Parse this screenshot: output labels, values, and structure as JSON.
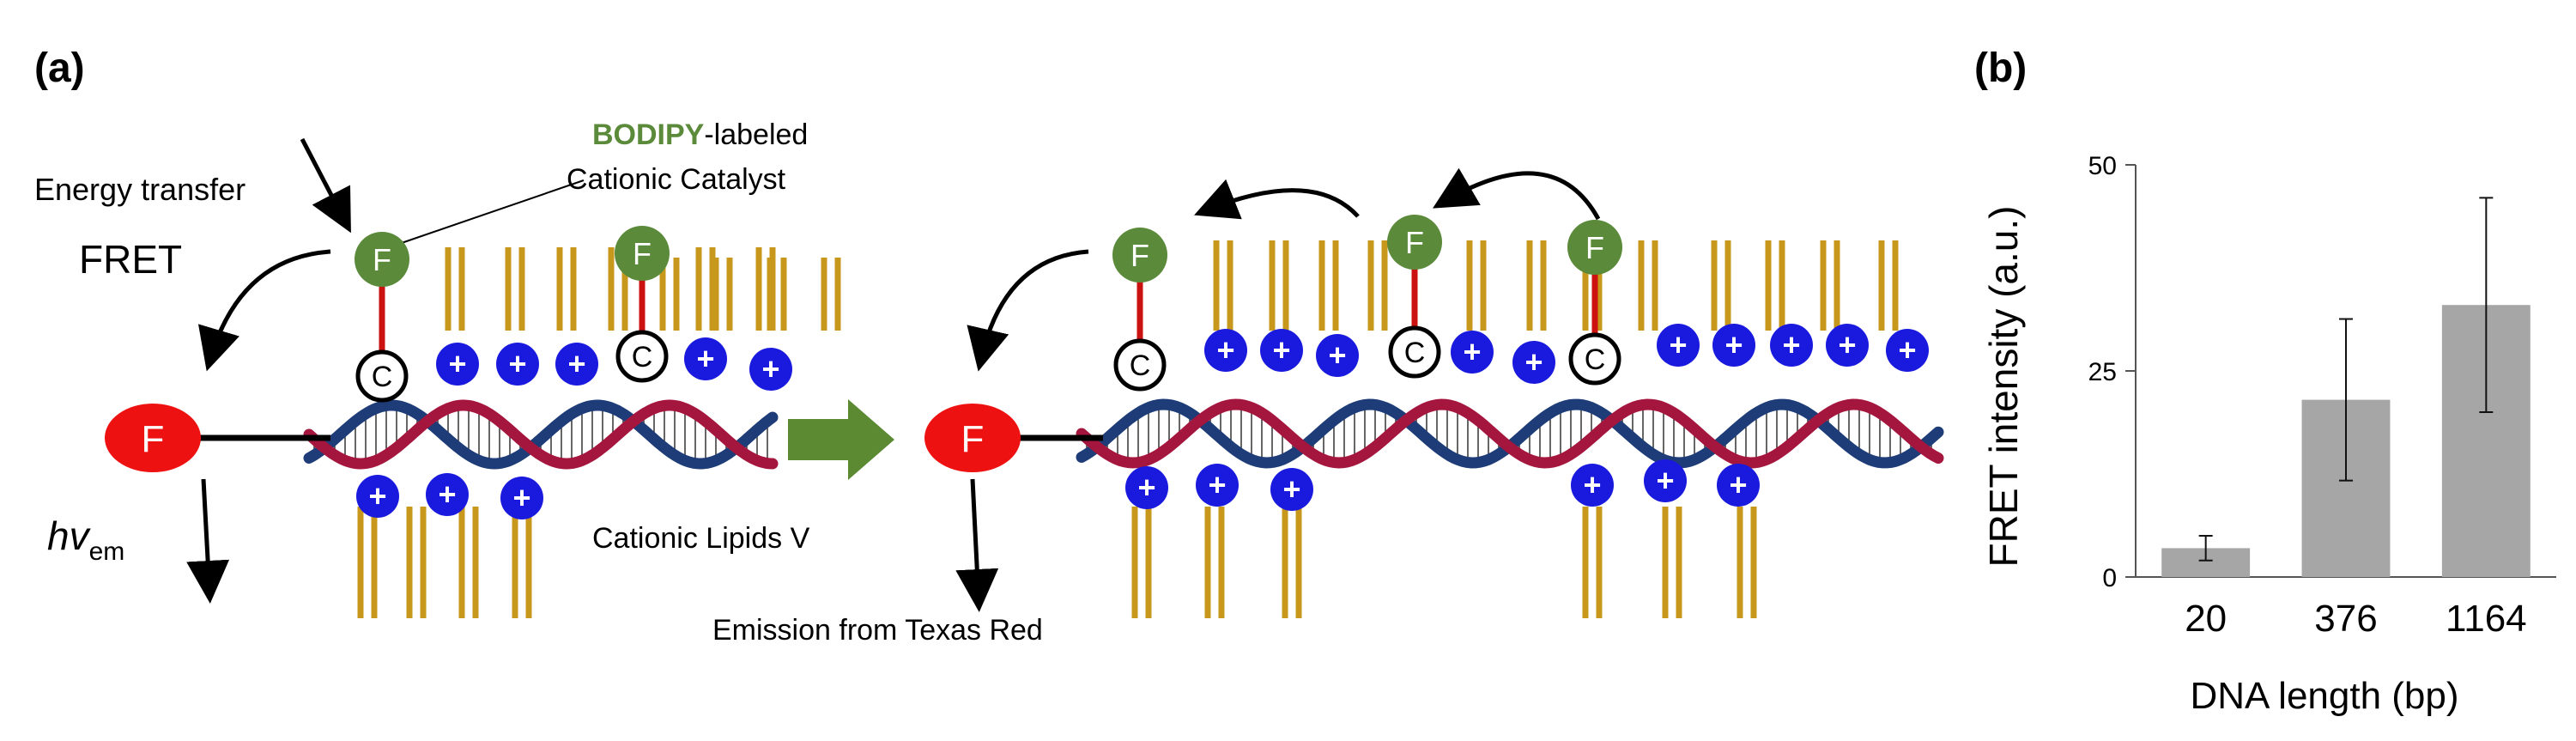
{
  "panel_a": {
    "label": "(a)",
    "bodipy_word": "BODIPY",
    "bodipy_suffix": "-labeled",
    "catalyst_line2": "Cationic Catalyst",
    "energy_transfer": "Energy transfer",
    "fret": "FRET",
    "hv": "hv",
    "hv_sub": "em",
    "lipids_label": "Cationic Lipids V",
    "emission_label": "Emission from Texas Red",
    "fluor_letter": "F",
    "catalyst_letter": "C",
    "plus": "+",
    "colors": {
      "bodipy_green": "#5a8a3a",
      "texas_red": "#ee1111",
      "plus_blue": "#1a1adf",
      "lipid_gold": "#c8981c",
      "dna_red": "#a5163e",
      "dna_blue": "#1e3c78",
      "arrow_green": "#5c8a32"
    }
  },
  "panel_b": {
    "label": "(b)"
  },
  "chart_data": {
    "type": "bar",
    "categories": [
      "20",
      "376",
      "1164"
    ],
    "values": [
      3.5,
      21.5,
      33
    ],
    "errors": [
      1.5,
      9.8,
      13
    ],
    "xlabel": "DNA length (bp)",
    "ylabel": "FRET intensity (a.u.)",
    "ylim": [
      0,
      50
    ],
    "yticks": [
      "0",
      "25",
      "50"
    ],
    "bar_color": "#a6a6a6",
    "grid": false
  }
}
